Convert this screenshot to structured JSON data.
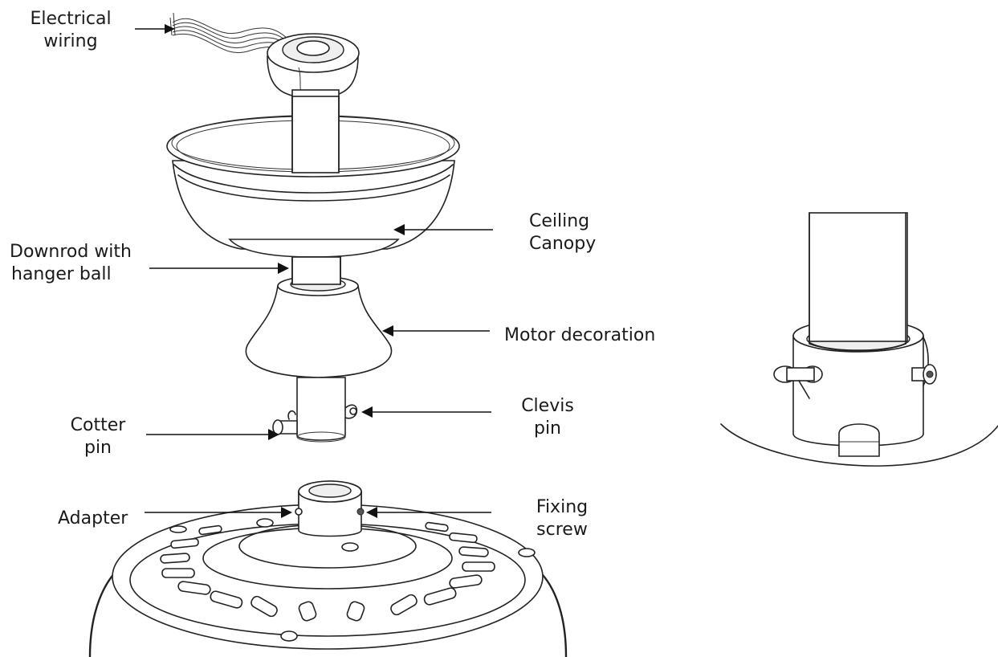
{
  "labels": {
    "electrical_wiring": [
      "Electrical",
      "wiring"
    ],
    "ceiling_canopy": [
      "Ceiling",
      "Canopy"
    ],
    "downrod": [
      "Downrod with",
      "hanger ball"
    ],
    "motor_decoration": "Motor decoration",
    "clevis_pin": [
      "Clevis",
      "pin"
    ],
    "cotter_pin": [
      "Cotter",
      "pin"
    ],
    "adapter": "Adapter",
    "fixing_screw": [
      "Fixing",
      "screw"
    ]
  }
}
